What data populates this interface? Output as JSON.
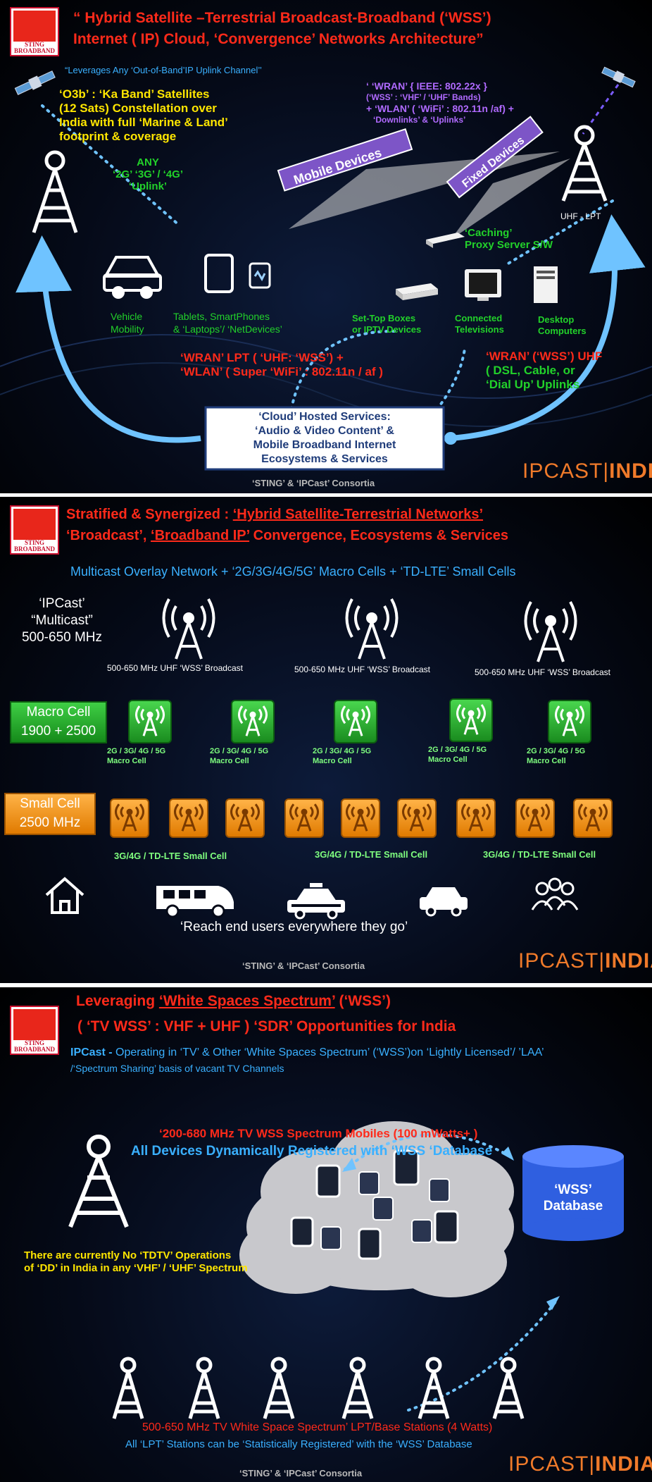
{
  "panel1": {
    "logo": "STING BROADBAND",
    "title1": "“ Hybrid Satellite –Terrestrial Broadcast-Broadband (‘WSS’)",
    "title2": "Internet ( IP) Cloud, ‘Convergence’ Networks  Architecture”",
    "leverages": "“Leverages Any ‘Out-of-Band’IP Uplink Channel’’",
    "o3b_1": "‘O3b’ : ‘Ka Band’ Satellites",
    "o3b_2": "(12 Sats) Constellation over",
    "o3b_3": "India with full ‘Marine & Land’",
    "o3b_4": "footprint &  coverage",
    "any1": "ANY",
    "any2": "‘2G’ ‘3G’ / ‘4G’",
    "any3": "‘Uplink’",
    "wran1": "‘  ‘WRAN’  {  IEEE: 802.22x }",
    "wran2": "(‘WSS’ : ‘VHF’ / ‘UHF’ Bands)",
    "wran3": "+  ‘WLAN’ ( ‘WiFi’ : 802.11n /af) +",
    "wran4": "‘Downlinks’  &  ‘Uplinks’",
    "mobile_devices": "Mobile Devices",
    "fixed_devices": "Fixed Devices",
    "uhf_lpt": "UHF - LPT",
    "caching1": "‘Caching’",
    "caching2": "Proxy Server S/W",
    "vehicle1": "Vehicle",
    "vehicle2": "Mobility",
    "tablets1": "Tablets, SmartPhones",
    "tablets2": "& ‘Laptops’/ ‘NetDevices’",
    "settop1": "Set-Top Boxes",
    "settop2": "or IPTV Devices",
    "connected1": "Connected",
    "connected2": "Televisions",
    "desktop1": "Desktop",
    "desktop2": "Computers",
    "wranlpt1": "‘WRAN’ LPT ( ‘UHF: ‘WSS’) +",
    "wranlpt2": "‘WLAN’ ( Super ‘WiFi’ : 802.11n / af )",
    "wranuhf1": "‘WRAN’ (‘WSS’) UHF",
    "wranuhf2": "( DSL, Cable, or",
    "wranuhf3": "‘Dial Up’ Uplinks",
    "cloud1": "‘Cloud’ Hosted Services:",
    "cloud2": "‘Audio & Video Content’ &",
    "cloud3": "Mobile Broadband  Internet",
    "cloud4": "Ecosystems &  Services",
    "consortia": "‘STING’ & ‘IPCast’ Consortia",
    "ipcast_a": "IPCAST",
    "ipcast_b": "INDIA"
  },
  "panel2": {
    "logo": "STING BROADBAND",
    "title1a": "Stratified & Synergized : ",
    "title1b": "‘Hybrid Satellite-Terrestrial Networks’",
    "title2a": "‘Broadcast’, ",
    "title2b": "‘Broadband IP’",
    "title2c": " Convergence, Ecosystems & Services",
    "overlay": "Multicast Overlay Network + ‘2G/3G/4G/5G’ Macro Cells +  ‘TD-LTE’ Small Cells",
    "ipcast_q": "‘IPCast’",
    "multicast_q": "“Multicast”",
    "mhz": "500-650 MHz",
    "broadcast_label": "500-650 MHz UHF ‘WSS’ Broadcast",
    "macro_btn1": "Macro Cell",
    "macro_btn2": "1900 + 2500",
    "macro_label1": "2G / 3G/ 4G /  5G",
    "macro_label2": "Macro Cell",
    "small_btn1": "Small Cell",
    "small_btn2": "2500 MHz",
    "small_label": "3G/4G / TD-LTE Small Cell",
    "reach": "‘Reach end users everywhere they go’",
    "consortia": "‘STING’ & ‘IPCast’  Consortia",
    "ipcast_a": "IPCAST",
    "ipcast_b": "INDIA"
  },
  "panel3": {
    "logo": "STING BROADBAND",
    "title1a": "Leveraging ",
    "title1b": "‘White Spaces Spectrum’",
    "title1c": "  (‘WSS’)",
    "title2": "( ‘TV WSS’ : VHF + UHF ) ‘SDR’ Opportunities for India",
    "ipcast_label": "IPCast - ",
    "ipcast_text1": " Operating  in ‘TV’ & Other ‘White Spaces Spectrum’ (‘WSS’)on ‘Lightly Licensed’/ ’LAA’",
    "ipcast_text2": "/‘Spectrum Sharing’ basis of vacant TV Channels",
    "spectrum1": "‘200-680 MHz  TV WSS Spectrum  Mobiles (100 mWatts+ )",
    "spectrum2": "All Devices Dynamically Registered with  ‘WSS ‘Database",
    "tdtv1": "There are currently No  ‘TDTV’ Operations",
    "tdtv2": "of  ‘DD’ in India in any ‘VHF’ / ‘UHF’ Spectrum",
    "db1": "‘WSS’",
    "db2": "Database",
    "lpt1": "500-650 MHz TV White Space  Spectrum’ LPT/Base Stations (4 Watts)",
    "lpt2": "All  ‘LPT’  Stations  can be ‘Statistically Registered’ with the ‘WSS’ Database",
    "consortia": "‘STING’ & ‘IPCast’  Consortia",
    "ipcast_a": "IPCAST",
    "ipcast_b": "INDIA"
  },
  "colors": {
    "red": "#ff2a1a",
    "yellow": "#ffe600",
    "green": "#22d12a",
    "cyan": "#3ab0ff",
    "purple": "#b06aff",
    "orange": "#f07a2a"
  },
  "icons": [
    "satellite-icon",
    "tower-icon",
    "car-icon",
    "tablet-icon",
    "phone-icon",
    "settop-icon",
    "tv-icon",
    "desktop-icon",
    "server-icon",
    "house-icon",
    "van-icon",
    "taxi-icon",
    "users-icon",
    "database-icon",
    "cloud-icon"
  ]
}
